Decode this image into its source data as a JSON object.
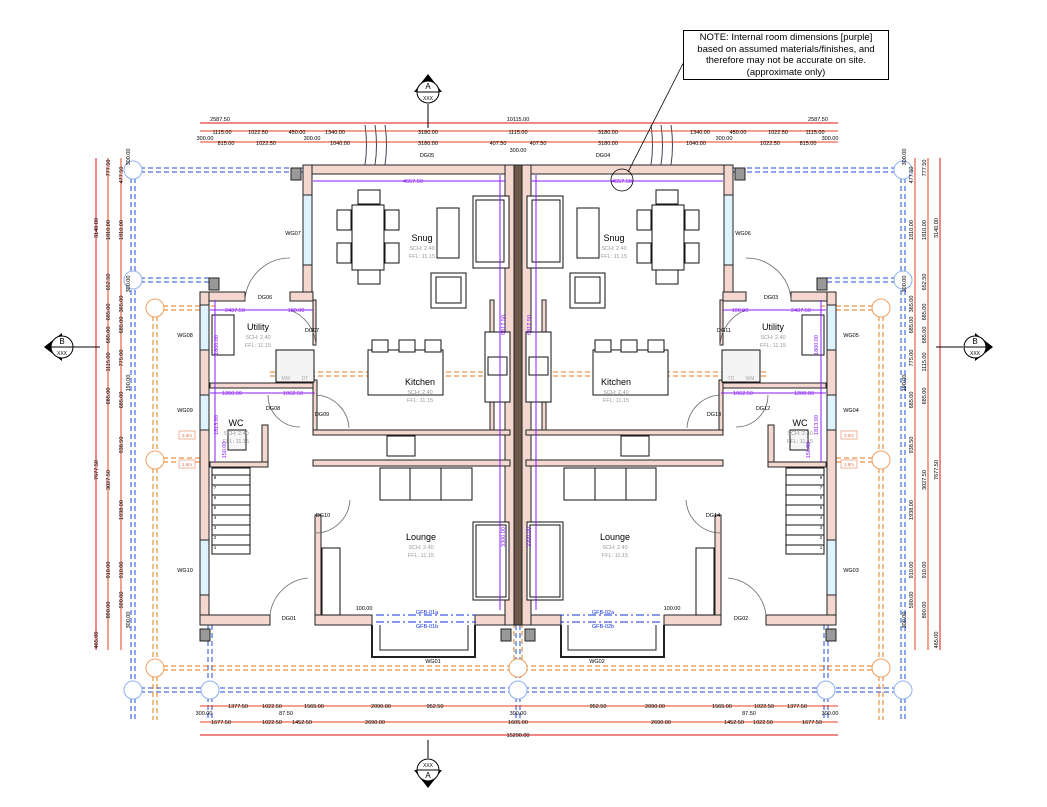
{
  "note": {
    "lines": [
      "NOTE: Internal room dimensions [purple]",
      "based on assumed materials/finishes, and",
      "therefore may not be accurate on site.",
      "(approximate only)"
    ]
  },
  "section_markers": {
    "top": {
      "letter": "A",
      "ref": "XXX"
    },
    "bottom": {
      "letter": "A",
      "ref": "XXX"
    },
    "left": {
      "letter": "B",
      "ref": "XXX"
    },
    "right": {
      "letter": "B",
      "ref": "XXX"
    }
  },
  "dims_top": {
    "row1": [
      "2587.50",
      "10115.00",
      "2587.50"
    ],
    "row2": [
      "1115.00",
      "1022.50",
      "450.00",
      "1340.00",
      "3180.00",
      "1115.00",
      "3180.00",
      "1340.00",
      "450.00",
      "1022.50",
      "1115.00"
    ],
    "row3": [
      "300.00",
      "815.00",
      "1022.50",
      "300.00",
      "1040.00",
      "3180.00",
      "407.50",
      "407.50",
      "3180.00",
      "1040.00",
      "300.00",
      "1022.50",
      "815.00",
      "300.00"
    ],
    "center": "300.00"
  },
  "dims_bottom": {
    "row1": [
      "300.00",
      "1377.50",
      "1022.50",
      "87.50",
      "1565.00",
      "2090.00",
      "952.50",
      "300.00",
      "952.50",
      "2090.00",
      "1565.00",
      "87.50",
      "1022.50",
      "1377.50",
      "300.00"
    ],
    "row2": [
      "1677.50",
      "1022.50",
      "1452.50",
      "2690.00",
      "1605.00",
      "2690.00",
      "1452.50",
      "1022.50",
      "1677.50"
    ],
    "overall": "15290.00"
  },
  "dims_side": {
    "overall": [
      "3140.00",
      "7677.50",
      "465.00"
    ],
    "outer": [
      "777.50",
      "1810.00",
      "652.50",
      "685.00",
      "685.00",
      "1115.00",
      "685.00",
      "3027.50",
      "910.00",
      "890.00"
    ],
    "inner": [
      "300.00",
      "477.50",
      "1810.00",
      "300.00",
      "365.00",
      "685.00",
      "775.00",
      "190.00",
      "685.00",
      "938.50",
      "1938.00",
      "910.00",
      "590.00",
      "300.00"
    ]
  },
  "rooms": {
    "left": [
      {
        "name": "Snug",
        "sch": "SCH: 2.40",
        "ffl": "FFL: 11.15"
      },
      {
        "name": "Utility",
        "sch": "SCH: 2.40",
        "ffl": "FFL: 11.15"
      },
      {
        "name": "Kitchen",
        "sch": "SCH: 2.40",
        "ffl": "FFL: 11.15"
      },
      {
        "name": "WC",
        "sch": "SCH: 2.40",
        "ffl": "FFL: 11.15"
      },
      {
        "name": "Lounge",
        "sch": "SCH: 2.40",
        "ffl": "FFL: 11.15"
      }
    ],
    "right": [
      {
        "name": "Snug",
        "sch": "SCH: 2.40",
        "ffl": "FFL: 11.15"
      },
      {
        "name": "Utility",
        "sch": "SCH: 2.40",
        "ffl": "FFL: 11.15"
      },
      {
        "name": "Kitchen",
        "sch": "SCH: 2.40",
        "ffl": "FFL: 11.15"
      },
      {
        "name": "WC",
        "sch": "SCH: 2.40",
        "ffl": "FFL: 11.15"
      },
      {
        "name": "Lounge",
        "sch": "SCH: 2.40",
        "ffl": "FFL: 11.15"
      }
    ]
  },
  "openings": {
    "left": [
      "DG05",
      "WG07",
      "DG06",
      "DG07",
      "WG08",
      "DG08",
      "DG09",
      "WG09",
      "DG10",
      "WG10",
      "DG01",
      "WG01",
      "GFB-01a",
      "GFB-01b"
    ],
    "right": [
      "DG04",
      "WG06",
      "DG03",
      "DG11",
      "WG05",
      "DG12",
      "DG13",
      "WG04",
      "DG14",
      "WG03",
      "DG02",
      "WG02",
      "GFB-02a",
      "GFB-02b"
    ]
  },
  "internal_dims": {
    "left": [
      "4557.50",
      "2437.50",
      "100.00",
      "1200.00",
      "1062.50",
      "6817.50",
      "3300.00",
      "1800.00",
      "1813.90",
      "150.00",
      "100.00"
    ],
    "right": [
      "4557.50",
      "2437.50",
      "100.00",
      "1200.00",
      "1062.50",
      "6817.50",
      "3300.00",
      "1800.00",
      "1813.90",
      "150.00",
      "100.00"
    ]
  },
  "appliances": {
    "left": [
      "MW",
      "DT"
    ],
    "right": [
      "TD",
      "WM"
    ]
  },
  "level_tags": [
    "3.0m",
    "1.8m"
  ],
  "stair_numbers": [
    "1",
    "2",
    "3",
    "4",
    "5",
    "6",
    "7",
    "8"
  ],
  "colors": {
    "dim": "#e8401c",
    "dim_overall": "#e01010",
    "internal": "#8a1cff",
    "grid_blue": "#1e4fd8",
    "grid_orange": "#e07a1c",
    "wall_fill": "#f4d8d0"
  }
}
